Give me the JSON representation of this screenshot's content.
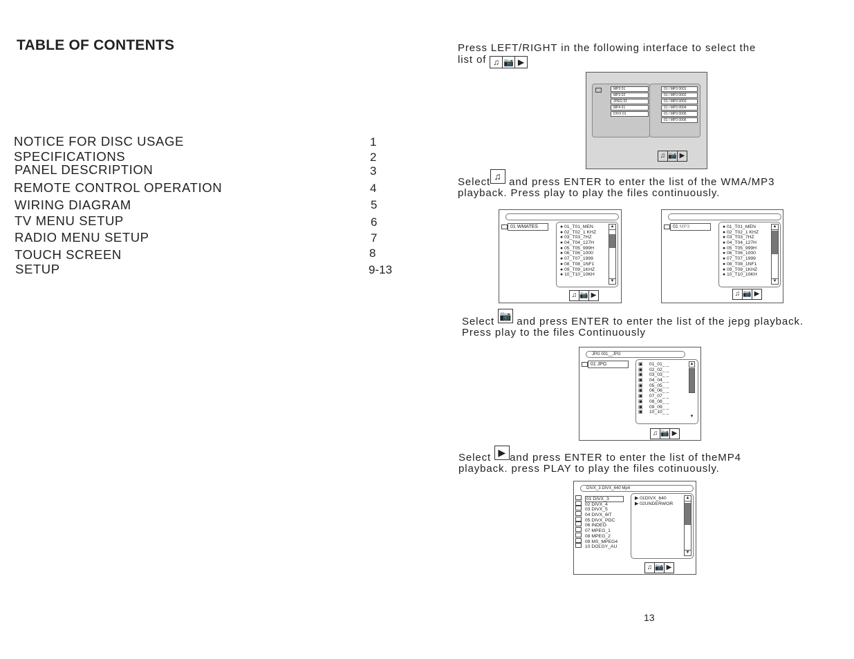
{
  "toc": {
    "title": "TABLE OF CONTENTS",
    "items": [
      {
        "label": "NOTICE FOR DISC USAGE",
        "page": "1"
      },
      {
        "label": "SPECIFICATIONS",
        "page": "2"
      },
      {
        "label": "PANEL DESCRIPTION",
        "page": "3"
      },
      {
        "label": "REMOTE CONTROL OPERATION",
        "page": "4"
      },
      {
        "label": "WIRING DIAGRAM",
        "page": "5"
      },
      {
        "label": "TV  MENU  SETUP",
        "page": "6"
      },
      {
        "label": "RADIO  MENU  SETUP",
        "page": "7"
      },
      {
        "label": "TOUCH  SCREEN",
        "page": "8"
      },
      {
        "label": "SETUP",
        "page": "9-13"
      }
    ]
  },
  "icons": {
    "music": "♫",
    "photo": "📷",
    "play": "▶"
  },
  "para1": {
    "line1": "Press  LEFT/RIGHT  in  the  following  interface  to  select  the",
    "line2": "list  of"
  },
  "para2": {
    "pre": "Select",
    "post": " and  press  ENTER  to  enter  the  list  of  the  WMA/MP3",
    "line2": "playback. Press  play  to  play  the  files  continuously."
  },
  "para3": {
    "pre": "Select",
    "post": "  and  press  ENTER  to  enter  the  list  of  the  jepg  playback.",
    "line2": "Press  play  to  the  files  Continuously"
  },
  "para4": {
    "pre": "Select",
    "post": "and  press  ENTER  to  enter  the  list  of  theMP4",
    "line2": "playback. press  PLAY  to  play  the  files  cotinuously."
  },
  "screen1": {
    "folders": [
      "MP3  01",
      "MP3  02",
      "JPEG  01",
      "MP4  01",
      "DIVX  01"
    ],
    "files": [
      "01 / MP3 0001",
      "01 / MP3 0002",
      "01 / MP3 0003",
      "01 / MP3 0004",
      "01 / MP3 0005",
      "01 / MP3 0006"
    ]
  },
  "screen2": {
    "folder": "01 WMATES",
    "tracks": [
      "01_T01_MEN",
      "02_T02_1 KHZ",
      "03_T03_7HZ",
      "04_T04_127H",
      "05_T05_999H",
      "06_T06_1000",
      "07_T07_1999",
      "08_T08_1NF1",
      "09_T09_1KHZ",
      "10_T10_10KH"
    ]
  },
  "screen3": {
    "folder_prefix": "01",
    "folder_label": "MP3",
    "tracks": [
      "01_T01_MEN",
      "02_T02_1 KHZ",
      "03_T03_7HZ",
      "04_T04_127H",
      "05_T05_999H",
      "06_T06_1000",
      "07_T07_1999",
      "08_T08_1NF1",
      "09_T09_1KHZ",
      "10_T10_10KH"
    ]
  },
  "screen4": {
    "path": "JPG 001__JPG",
    "folder": "01 JPG",
    "files": [
      "01_01_ _",
      "02_02_ _",
      "03_03_ _",
      "04_04_ _",
      "05_05_ _",
      "06_06_ _",
      "07_07_ _",
      "08_08_ _",
      "09_09_ _",
      "10_10_ _"
    ]
  },
  "screen5": {
    "path": "DIVX_3 DIVX_640 Mp4",
    "folders": [
      "01 DIVX_3",
      "02 DIVX_4",
      "03 DIVX_5",
      "04 DIVX_6IT",
      "05 DIVX_PDC",
      "06 INDEO",
      "07 MPEG_1",
      "08 MPEG_2",
      "09 MS_MPEG4",
      "10 DOLGY_AU"
    ],
    "files": [
      "01DIVX_640",
      "02UNDERWOR"
    ]
  },
  "page_number": "13"
}
